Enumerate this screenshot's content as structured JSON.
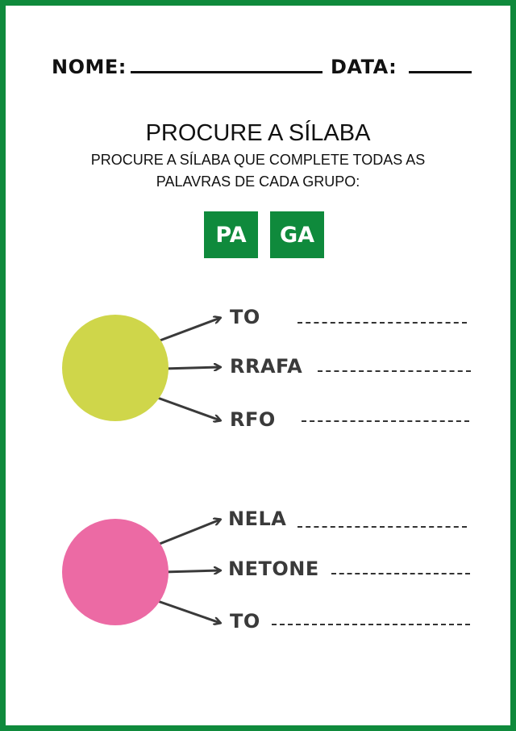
{
  "header": {
    "name_label": "NOME:",
    "date_label": "DATA:"
  },
  "title": "PROCURE A SÍLABA",
  "instruction_line1": "PROCURE A SÍLABA QUE COMPLETE TODAS AS",
  "instruction_line2": "PALAVRAS DE CADA GRUPO:",
  "syllables": [
    "PA",
    "GA"
  ],
  "groups": [
    {
      "circle_color": "#cfd64a",
      "words": [
        "TO",
        "RRAFA",
        "RFO"
      ]
    },
    {
      "circle_color": "#ec6aa4",
      "words": [
        "NELA",
        "NETONE",
        "TO"
      ]
    }
  ],
  "colors": {
    "border": "#0f8a3c",
    "syllable_box": "#0f8a3c"
  }
}
